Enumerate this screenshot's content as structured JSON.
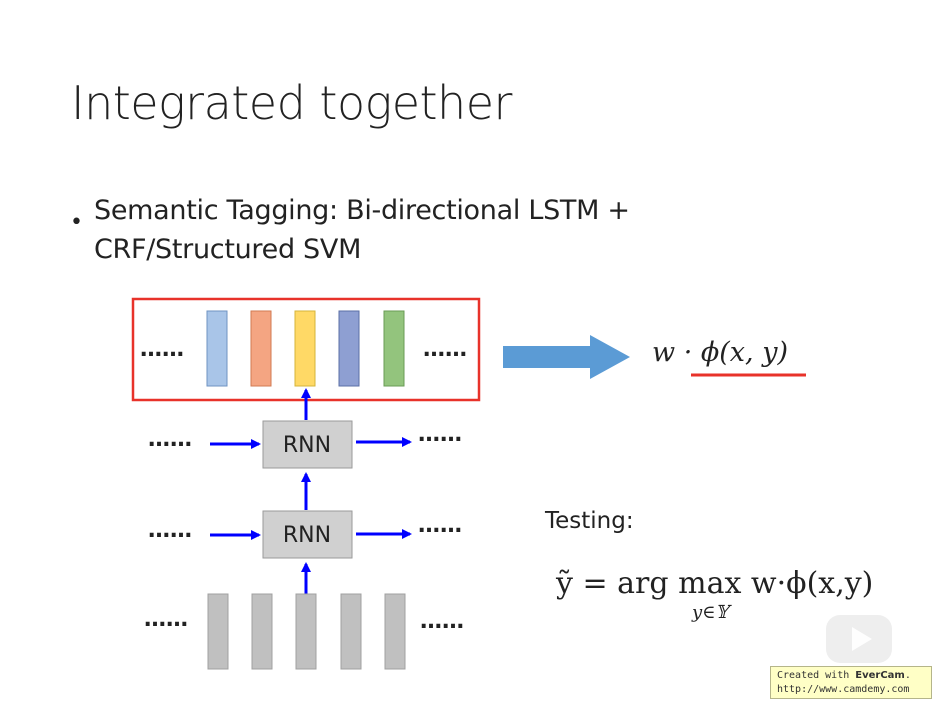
{
  "slide": {
    "title": "Integrated together",
    "bullet": {
      "line1": "Semantic Tagging: Bi-directional LSTM +",
      "line2": "CRF/Structured SVM"
    }
  },
  "diagram": {
    "ellipsis": "……",
    "rnn_label": "RNN",
    "score_formula": "w · ϕ(x, y)",
    "feature_colors": [
      "#a9c5e8",
      "#f4a582",
      "#ffd966",
      "#8e9fd2",
      "#93c47d"
    ],
    "input_color": "#c0c0c0",
    "arrow_color": "#0000ff",
    "highlight_color": "#e8322a"
  },
  "testing": {
    "label": "Testing:",
    "formula_main": "ỹ = arg max w·ϕ(x,y)",
    "formula_sub": "y∈𝕐"
  },
  "watermark": {
    "line1_prefix": "Created with",
    "brand": "EverCam",
    "line2": "http://www.camdemy.com"
  }
}
